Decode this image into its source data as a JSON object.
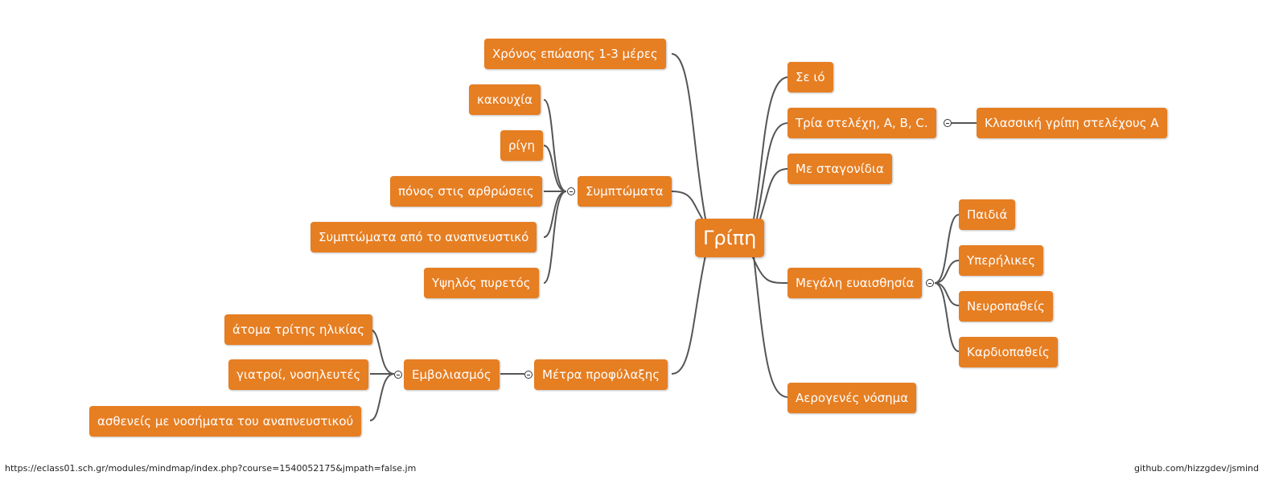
{
  "mindmap": {
    "root": "Γρίπη",
    "right": {
      "se_io": "Σε ιό",
      "tria_stelexi": "Τρία στελέχη, A, B, C.",
      "klassiki": "Κλασσική γρίπη στελέχους A",
      "stagonidia": "Με σταγονίδια",
      "euaisthisia": "Μεγάλη ευαισθησία",
      "paidia": "Παιδιά",
      "yperilikes": "Υπερήλικες",
      "neuropatheis": "Νευροπαθείς",
      "kardiopatheis": "Καρδιοπαθείς",
      "aerogenes": "Αερογενές νόσημα"
    },
    "left": {
      "xronos": "Χρόνος επώασης 1-3 μέρες",
      "symptomata": "Συμπτώματα",
      "kakouxia": "κακουχία",
      "rigi": "ρίγη",
      "ponos": "πόνος στις αρθρώσεις",
      "anapneustiko": "Συμπτώματα από το αναπνευστικό",
      "pyretos": "Υψηλός πυρετός",
      "metra": "Μέτρα προφύλαξης",
      "emvoliasmos": "Εμβολιασμός",
      "atoma": "άτομα τρίτης ηλικίας",
      "giatroi": "γιατροί, νοσηλευτές",
      "astheneis": "ασθενείς με νοσήματα του αναπνευστικού"
    }
  },
  "footer": {
    "url": "https://eclass01.sch.gr/modules/mindmap/index.php?course=1540052175&jmpath=false.jm",
    "credit": "github.com/hizzgdev/jsmind"
  },
  "colors": {
    "node": "#e67e22",
    "line": "#555555"
  }
}
